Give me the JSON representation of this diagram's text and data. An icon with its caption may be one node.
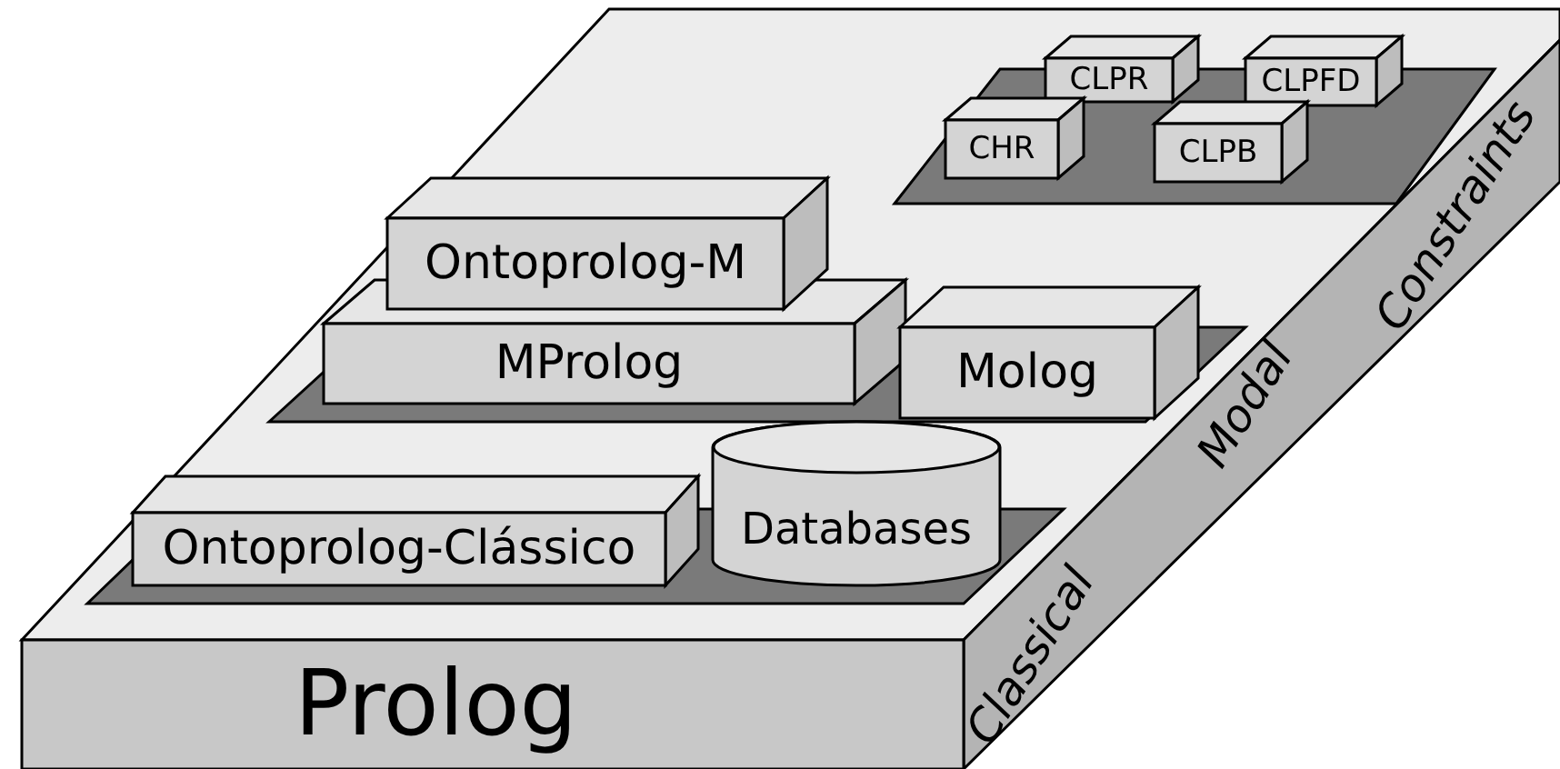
{
  "diagram": {
    "nodes": [
      {
        "text": [
          "Prolog"
        ]
      },
      {
        "text": [],
        "shape": "box",
        "in": 0
      },
      {
        "text": [
          "CLPR"
        ],
        "in": 1
      },
      {
        "text": [
          "CLPFD"
        ],
        "in": 1
      },
      {
        "text": [
          "CHR"
        ],
        "in": 1
      },
      {
        "text": [
          "CLPB"
        ],
        "in": 1
      },
      {
        "text": [],
        "shape": "box",
        "in": 0
      },
      {
        "text": [
          "Ontoprolog-M"
        ],
        "in": 0
      },
      {
        "text": [
          "MProlog"
        ],
        "in": 6
      },
      {
        "text": [
          "Molog"
        ],
        "in": 6
      },
      {
        "text": [],
        "shape": "box",
        "in": 0
      },
      {
        "text": [
          "Ontoprolog-Clássico"
        ],
        "in": 10
      },
      {
        "text": [
          "Databases"
        ],
        "in": 0
      }
    ],
    "edges": [],
    "labels": [
      "Classical",
      "Modal",
      "Constraints"
    ]
  }
}
